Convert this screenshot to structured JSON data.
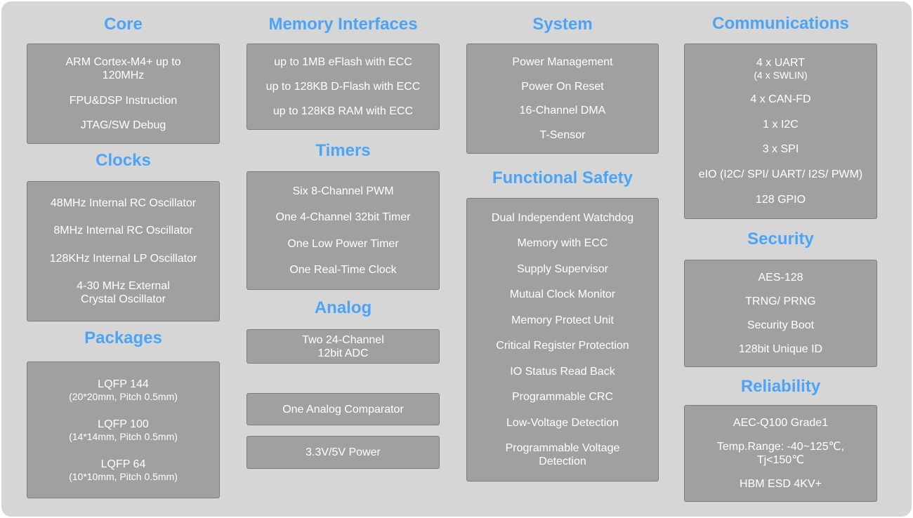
{
  "columns": [
    {
      "sections": [
        {
          "title": "Core",
          "items": [
            {
              "text": "ARM Cortex-M4+ up to\n120MHz"
            },
            {
              "text": "FPU&DSP Instruction"
            },
            {
              "text": "JTAG/SW Debug"
            }
          ]
        },
        {
          "title": "Clocks",
          "items": [
            {
              "text": "48MHz Internal RC Oscillator"
            },
            {
              "text": "8MHz Internal RC Oscillator"
            },
            {
              "text": "128KHz Internal LP Oscillator"
            },
            {
              "text": "4-30 MHz External\nCrystal Oscillator"
            }
          ]
        },
        {
          "title": "Packages",
          "items": [
            {
              "text": "LQFP 144",
              "sub": "(20*20mm, Pitch 0.5mm)"
            },
            {
              "text": "LQFP 100",
              "sub": "(14*14mm, Pitch 0.5mm)"
            },
            {
              "text": "LQFP 64",
              "sub": "(10*10mm, Pitch 0.5mm)"
            }
          ]
        }
      ]
    },
    {
      "sections": [
        {
          "title": "Memory Interfaces",
          "items": [
            {
              "text": "up to 1MB eFlash  with ECC"
            },
            {
              "text": "up to 128KB D-Flash with ECC"
            },
            {
              "text": "up to 128KB RAM with ECC"
            }
          ]
        },
        {
          "title": "Timers",
          "items": [
            {
              "text": "Six 8-Channel PWM"
            },
            {
              "text": "One 4-Channel 32bit Timer"
            },
            {
              "text": "One Low Power Timer"
            },
            {
              "text": "One Real-Time Clock"
            }
          ]
        },
        {
          "title": "Analog",
          "boxes": [
            [
              {
                "text": "Two 24-Channel\n12bit ADC"
              }
            ],
            [
              {
                "text": "One Analog Comparator"
              }
            ],
            [
              {
                "text": "3.3V/5V Power"
              }
            ]
          ]
        }
      ]
    },
    {
      "sections": [
        {
          "title": "System",
          "items": [
            {
              "text": "Power Management"
            },
            {
              "text": "Power On Reset"
            },
            {
              "text": "16-Channel DMA"
            },
            {
              "text": "T-Sensor"
            }
          ]
        },
        {
          "title": "Functional Safety",
          "items": [
            {
              "text": "Dual Independent Watchdog"
            },
            {
              "text": "Memory with ECC"
            },
            {
              "text": "Supply Supervisor"
            },
            {
              "text": "Mutual Clock Monitor"
            },
            {
              "text": "Memory Protect Unit"
            },
            {
              "text": "Critical Register Protection"
            },
            {
              "text": "IO Status Read Back"
            },
            {
              "text": "Programmable CRC"
            },
            {
              "text": "Low-Voltage Detection"
            },
            {
              "text": "Programmable Voltage\nDetection"
            }
          ]
        }
      ]
    },
    {
      "sections": [
        {
          "title": "Communications",
          "items": [
            {
              "text": "4 x UART",
              "sub": "(4 x SWLIN)"
            },
            {
              "text": "4 x CAN-FD"
            },
            {
              "text": "1 x I2C"
            },
            {
              "text": "3 x SPI"
            },
            {
              "text": "eIO (I2C/ SPI/ UART/ I2S/ PWM)"
            },
            {
              "text": "128 GPIO"
            }
          ]
        },
        {
          "title": "Security",
          "items": [
            {
              "text": "AES-128"
            },
            {
              "text": "TRNG/ PRNG"
            },
            {
              "text": "Security Boot"
            },
            {
              "text": "128bit Unique ID"
            }
          ]
        },
        {
          "title": "Reliability",
          "items": [
            {
              "text": "AEC-Q100 Grade1"
            },
            {
              "text": "Temp.Range: -40~125℃,\nTj<150℃"
            },
            {
              "text": "HBM ESD  4KV+"
            }
          ]
        }
      ]
    }
  ]
}
